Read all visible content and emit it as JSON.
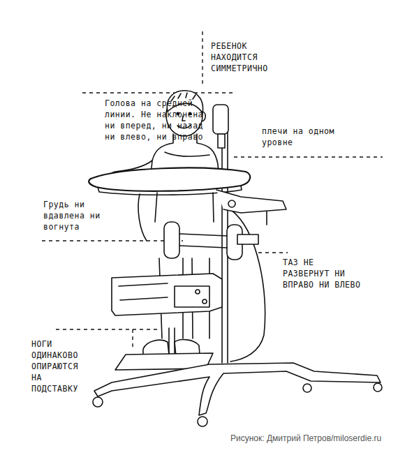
{
  "diagram": {
    "labels": [
      "РЕБЕНОК НАХОДИТСЯ СИММЕТРИЧНО",
      "Голова на средней линии. Не наклонена ни вперед, ни назад ни влево, ни вправо",
      "плечи на одном уровне",
      "Грудь ни вдавлена ни вогнута",
      "ТАЗ НЕ РАЗВЕРНУТ НИ ВПРАВО НИ ВЛЕВО",
      "НОГИ ОДИНАКОВО ОПИРАЮТСЯ НА ПОДСТАВКУ",
      "Рисунок: Дмитрий Петров/miloserdie.ru"
    ]
  }
}
